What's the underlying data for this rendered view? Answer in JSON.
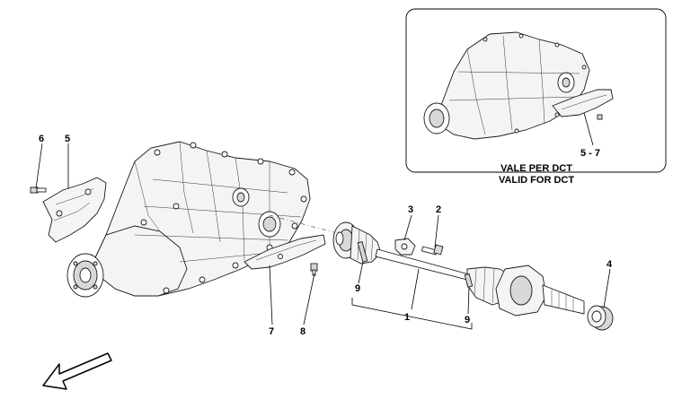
{
  "callouts": {
    "c1": "1",
    "c2": "2",
    "c3": "3",
    "c4": "4",
    "c5": "5",
    "c6": "6",
    "c7": "7",
    "c8": "8",
    "c9a": "9",
    "c9b": "9",
    "c57": "5 - 7"
  },
  "inset": {
    "line1": "VALE PER DCT",
    "line2": "VALID FOR DCT"
  }
}
